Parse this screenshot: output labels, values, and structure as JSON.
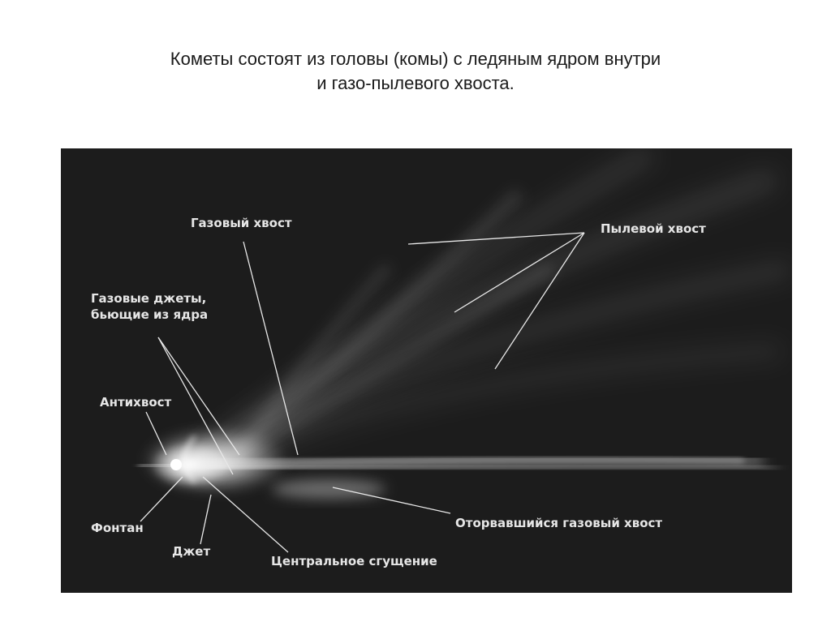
{
  "title": {
    "line1": "Кометы состоят из головы (комы) с ледяным ядром внутри",
    "line2": "и газо-пылевого хвоста."
  },
  "diagram": {
    "labels": {
      "gas_tail": "Газовый хвост",
      "dust_tail": "Пылевой хвост",
      "gas_jets_line1": "Газовые джеты,",
      "gas_jets_line2": "бьющие из ядра",
      "antitail": "Антихвост",
      "fountain": "Фонтан",
      "jet": "Джет",
      "central_condensation": "Центральное сгущение",
      "disconnected_gas_tail": "Оторвавшийся газовый хвост"
    },
    "colors": {
      "background": "#1c1c1c",
      "label": "#e6e6e6"
    }
  }
}
